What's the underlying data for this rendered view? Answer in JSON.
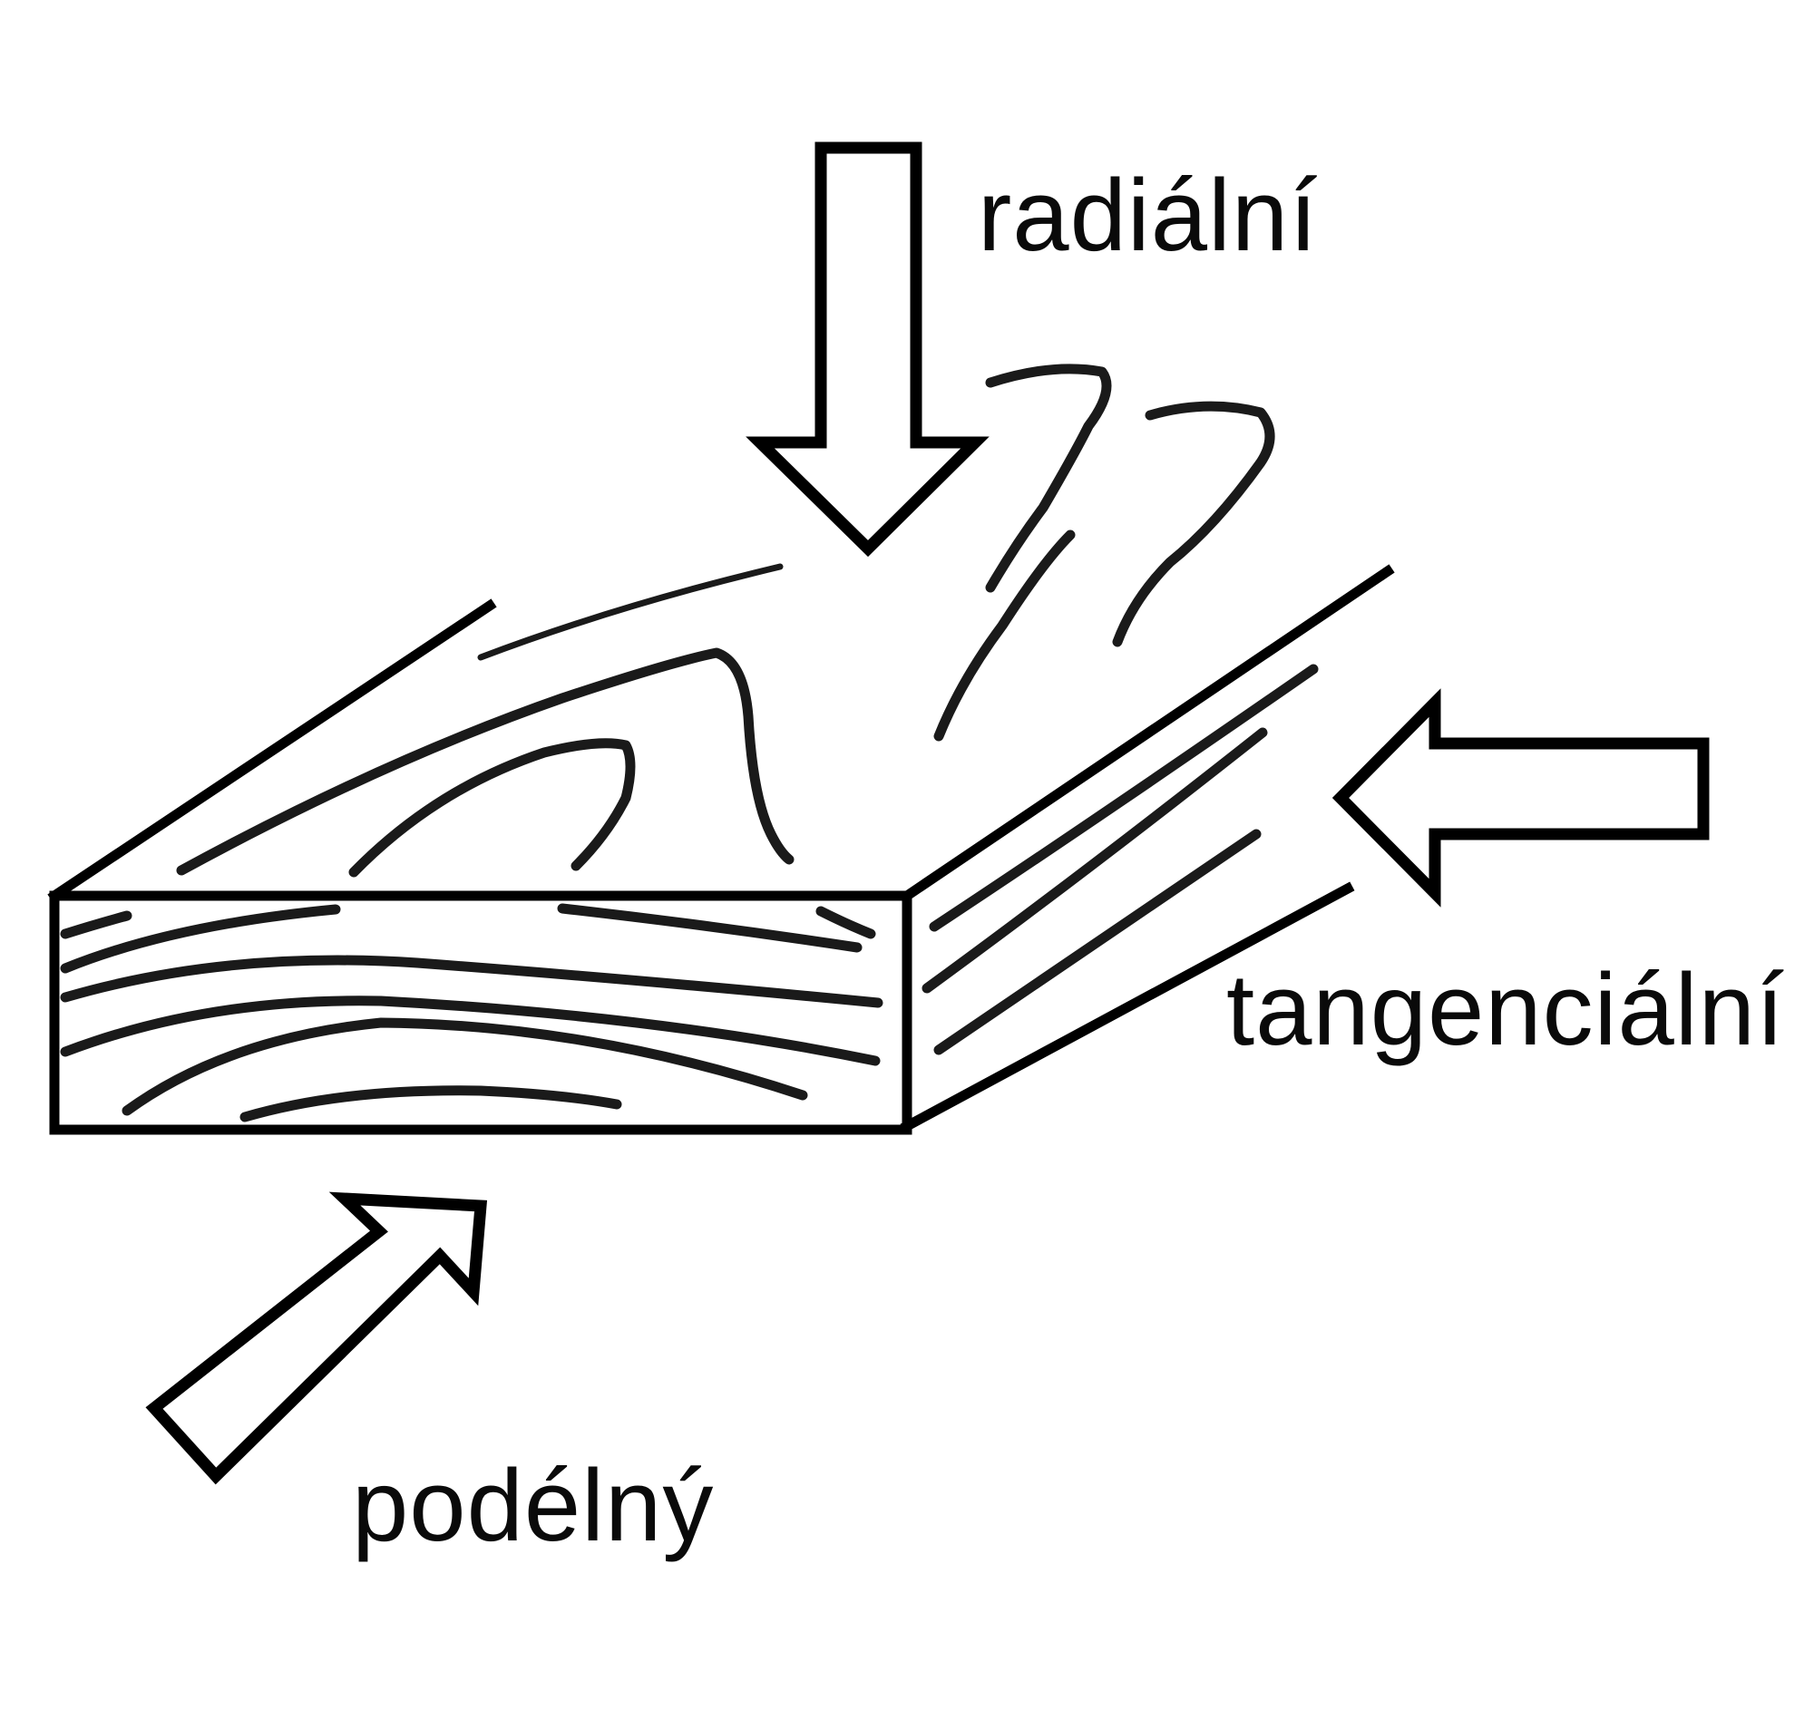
{
  "labels": {
    "radial": "radiální",
    "tangential": "tangenciální",
    "longitudinal": "podélný"
  },
  "colors": {
    "stroke": "#000000",
    "background": "#ffffff"
  }
}
